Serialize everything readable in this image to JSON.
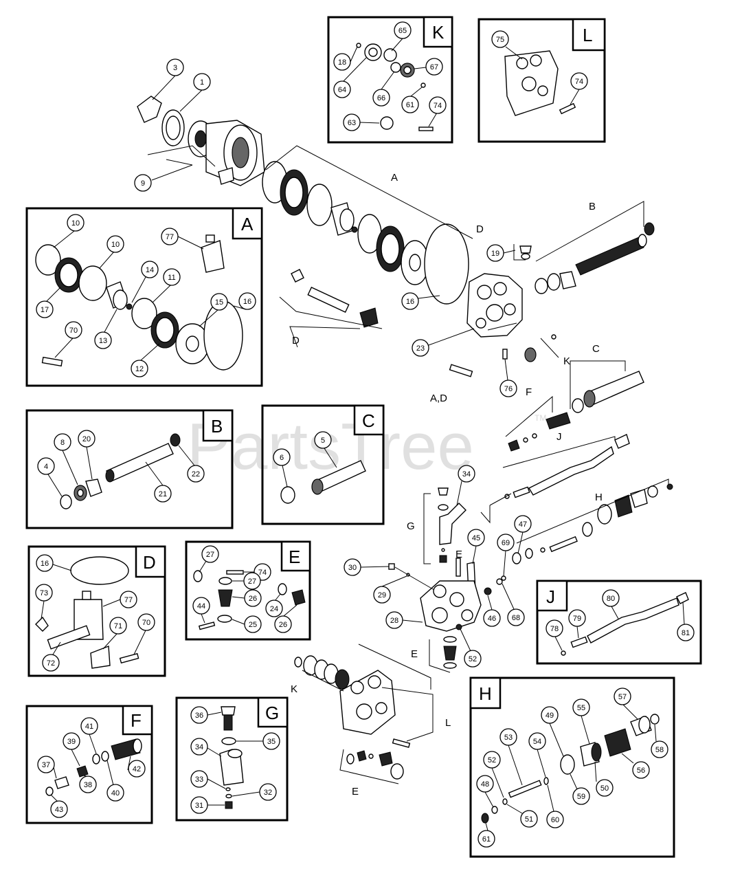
{
  "watermark": {
    "text": "PartsTree",
    "tm": "TM"
  },
  "panels": [
    {
      "id": "K",
      "tag": "K",
      "callouts": [
        "18",
        "65",
        "67",
        "64",
        "66",
        "61",
        "74",
        "63"
      ]
    },
    {
      "id": "L",
      "tag": "L",
      "callouts": [
        "75",
        "74"
      ]
    },
    {
      "id": "A",
      "tag": "A",
      "callouts": [
        "10",
        "77",
        "10",
        "14",
        "11",
        "17",
        "13",
        "70",
        "15",
        "16",
        "12"
      ]
    },
    {
      "id": "B",
      "tag": "B",
      "callouts": [
        "8",
        "20",
        "4",
        "22",
        "21"
      ]
    },
    {
      "id": "C",
      "tag": "C",
      "callouts": [
        "5",
        "6"
      ]
    },
    {
      "id": "D",
      "tag": "D",
      "callouts": [
        "16",
        "73",
        "77",
        "71",
        "70",
        "72"
      ]
    },
    {
      "id": "E",
      "tag": "E",
      "callouts": [
        "27",
        "74",
        "27",
        "26",
        "24",
        "44",
        "25",
        "26"
      ]
    },
    {
      "id": "F",
      "tag": "F",
      "callouts": [
        "41",
        "39",
        "37",
        "40",
        "42",
        "38",
        "43"
      ]
    },
    {
      "id": "G",
      "tag": "G",
      "callouts": [
        "36",
        "35",
        "34",
        "33",
        "32",
        "31"
      ]
    },
    {
      "id": "H",
      "tag": "H",
      "callouts": [
        "57",
        "55",
        "49",
        "53",
        "54",
        "58",
        "52",
        "56",
        "50",
        "59",
        "48",
        "60",
        "51",
        "61"
      ]
    },
    {
      "id": "J",
      "tag": "J",
      "callouts": [
        "80",
        "79",
        "78",
        "81"
      ]
    }
  ],
  "main_callouts": [
    "3",
    "1",
    "9",
    "19",
    "16",
    "23",
    "76",
    "34",
    "30",
    "29",
    "45",
    "69",
    "47",
    "28",
    "46",
    "68",
    "52"
  ],
  "group_labels": [
    "A",
    "B",
    "C",
    "D",
    "F",
    "J",
    "G",
    "H",
    "E",
    "E",
    "K",
    "L",
    "K",
    "A,D"
  ]
}
